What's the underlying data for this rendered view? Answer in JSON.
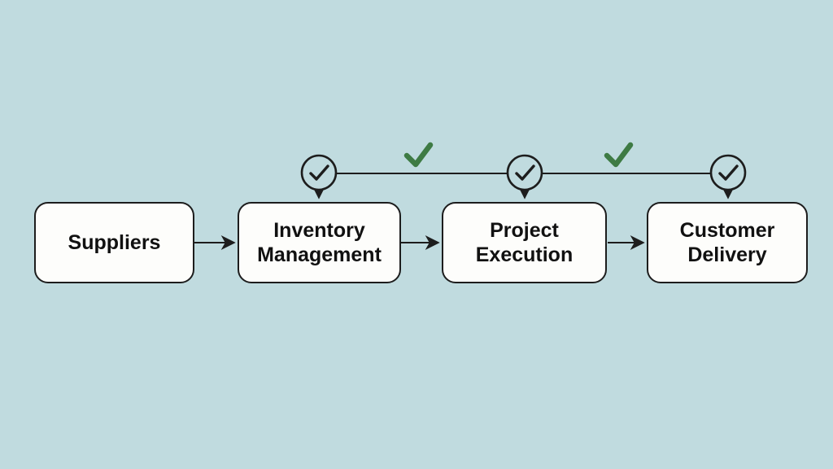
{
  "colors": {
    "background": "#c0dbdf",
    "node_fill": "#fdfdfb",
    "line": "#1d1d1d",
    "check_green": "#3e7b44"
  },
  "nodes": [
    {
      "id": "suppliers",
      "label": "Suppliers"
    },
    {
      "id": "inventory-management",
      "label": "Inventory Management"
    },
    {
      "id": "project-execution",
      "label": "Project Execution"
    },
    {
      "id": "customer-delivery",
      "label": "Customer Delivery"
    }
  ],
  "flow": {
    "edges": [
      {
        "from": "Suppliers",
        "to": "Inventory Management"
      },
      {
        "from": "Inventory Management",
        "to": "Project Execution"
      },
      {
        "from": "Project Execution",
        "to": "Customer Delivery"
      }
    ],
    "checkpoints": [
      {
        "above": "Inventory Management",
        "icon": "check-circle"
      },
      {
        "above": "Project Execution",
        "icon": "check-circle"
      },
      {
        "above": "Customer Delivery",
        "icon": "check-circle"
      }
    ],
    "approval_checks": [
      {
        "between": [
          "Inventory Management",
          "Project Execution"
        ],
        "icon": "check"
      },
      {
        "between": [
          "Project Execution",
          "Customer Delivery"
        ],
        "icon": "check"
      }
    ]
  }
}
